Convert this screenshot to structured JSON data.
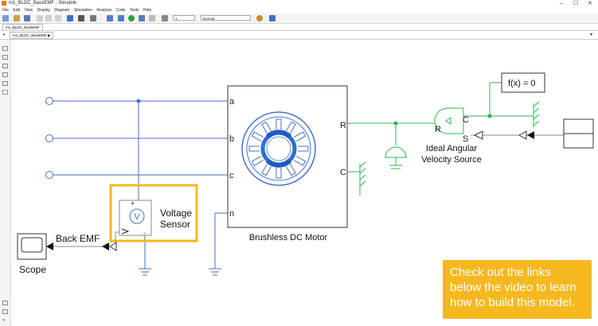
{
  "window": {
    "title": "m1_BLDC_BackEMF - Simulink",
    "minimize": "–",
    "maximize": "☐",
    "close": "✕"
  },
  "menu": [
    "File",
    "Edit",
    "View",
    "Display",
    "Diagram",
    "Simulation",
    "Analysis",
    "Code",
    "Tools",
    "Help"
  ],
  "toolbar": {
    "stop_time": "1",
    "sim_mode": "Normal"
  },
  "tab": {
    "label": "m1_BLDC_BackEMF"
  },
  "breadcrumb": {
    "model": "m1_BLDC_BackEMF ▶"
  },
  "diagram": {
    "ports_motor": [
      "a",
      "b",
      "c",
      "n"
    ],
    "motor_R": "R",
    "motor_C": "C",
    "motor_label": "Brushless DC Motor",
    "voltage_sensor_label": [
      "Voltage",
      "Sensor"
    ],
    "vs_glyph": "V",
    "vs_plus": "+",
    "vs_minus": "-",
    "backemf_label": "Back EMF",
    "scope_label": "Scope",
    "fx_label": "f(x) = 0",
    "angular_R": "R",
    "angular_C": "C",
    "angular_S": "S",
    "angular_label": [
      "Ideal Angular",
      "Velocity Source"
    ]
  },
  "callout": {
    "lines": [
      "Check out the links",
      "below the video to learn",
      "how to build this model."
    ]
  },
  "colors": {
    "electrical": "#4472c4",
    "rotational": "#2bb54c",
    "highlight": "#f5b81e",
    "rotor": "#2d6fd4"
  }
}
